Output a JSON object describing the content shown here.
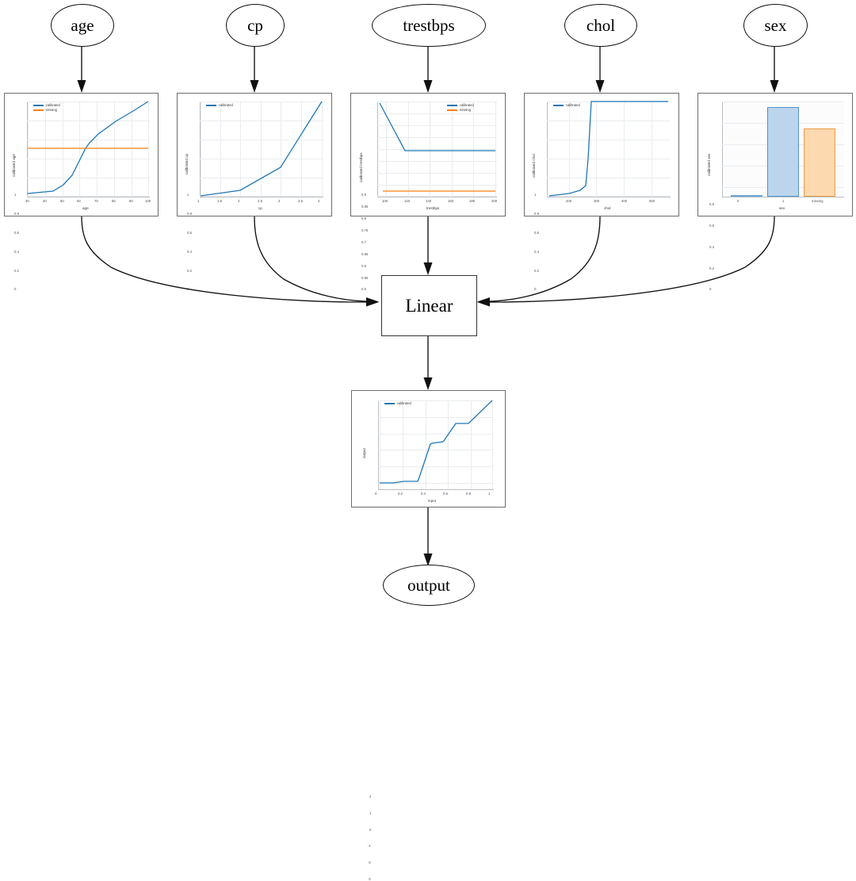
{
  "graph": {
    "inputs": [
      {
        "name": "age",
        "label": "age"
      },
      {
        "name": "cp",
        "label": "cp"
      },
      {
        "name": "trestbps",
        "label": "trestbps"
      },
      {
        "name": "chol",
        "label": "chol"
      },
      {
        "name": "sex",
        "label": "sex"
      }
    ],
    "linear_node": "Linear",
    "output_node": "output"
  },
  "colors": {
    "calibrated": "#1f77b4",
    "missing": "#ff7f0e",
    "calibrated_fill": "#aec7e8",
    "missing_fill": "#ffd2a6",
    "edge": "#111111",
    "panel_border": "#6d6d6d",
    "grid": "#eaecef"
  },
  "legend_labels": {
    "calibrated": "calibrated",
    "missing": "missing"
  },
  "chart_data": [
    {
      "id": "age",
      "type": "line",
      "xlabel": "age",
      "ylabel": "calibrated age",
      "xlim": [
        29,
        101
      ],
      "ylim": [
        -0.03,
        1.03
      ],
      "xticks": [
        30,
        40,
        50,
        60,
        70,
        80,
        90,
        100
      ],
      "yticks": [
        0.0,
        0.2,
        0.4,
        0.6,
        0.8,
        1.0
      ],
      "legend": [
        "calibrated",
        "missing"
      ],
      "series": [
        {
          "name": "calibrated",
          "color": "#1f77b4",
          "x": [
            29,
            44,
            50,
            55,
            60,
            63,
            65,
            70,
            80,
            90,
            100
          ],
          "y": [
            0.01,
            0.03,
            0.1,
            0.2,
            0.38,
            0.5,
            0.56,
            0.65,
            0.78,
            0.89,
            1.0
          ]
        },
        {
          "name": "missing",
          "color": "#ff7f0e",
          "x": [
            29,
            100
          ],
          "y": [
            0.5,
            0.5
          ]
        }
      ]
    },
    {
      "id": "cp",
      "type": "line",
      "xlabel": "cp",
      "ylabel": "calibrated cp",
      "xlim": [
        0.9,
        4.1
      ],
      "ylim": [
        -0.03,
        1.03
      ],
      "xticks": [
        1.0,
        1.5,
        2.0,
        2.5,
        3.0,
        3.5,
        4.0
      ],
      "yticks": [
        0.0,
        0.2,
        0.4,
        0.6,
        0.8,
        1.0
      ],
      "legend": [
        "calibrated"
      ],
      "series": [
        {
          "name": "calibrated",
          "color": "#1f77b4",
          "x": [
            1.0,
            2.0,
            3.0,
            4.0
          ],
          "y": [
            0.0,
            0.055,
            0.3,
            1.0
          ]
        }
      ]
    },
    {
      "id": "trestbps",
      "type": "line",
      "xlabel": "trestbps",
      "ylabel": "calibrated trestbps",
      "xlim": [
        92,
        202
      ],
      "ylim": [
        0.475,
        0.925
      ],
      "xticks": [
        100,
        120,
        140,
        160,
        180,
        200
      ],
      "yticks": [
        0.5,
        0.55,
        0.6,
        0.65,
        0.7,
        0.75,
        0.8,
        0.85,
        0.9
      ],
      "legend": [
        "calibrated",
        "missing"
      ],
      "series": [
        {
          "name": "calibrated",
          "color": "#1f77b4",
          "x": [
            94,
            117,
            200
          ],
          "y": [
            0.905,
            0.678,
            0.678
          ]
        },
        {
          "name": "missing",
          "color": "#ff7f0e",
          "x": [
            97,
            200
          ],
          "y": [
            0.498,
            0.498
          ]
        }
      ]
    },
    {
      "id": "chol",
      "type": "line",
      "xlabel": "chol",
      "ylabel": "calibrated chol",
      "xlim": [
        120,
        570
      ],
      "ylim": [
        -0.03,
        1.03
      ],
      "xticks": [
        200,
        300,
        400,
        500
      ],
      "yticks": [
        0.0,
        0.2,
        0.4,
        0.6,
        0.8,
        1.0
      ],
      "legend": [
        "calibrated"
      ],
      "series": [
        {
          "name": "calibrated",
          "color": "#1f77b4",
          "x": [
            130,
            200,
            240,
            260,
            268,
            280,
            560
          ],
          "y": [
            0.0,
            0.03,
            0.06,
            0.11,
            0.4,
            1.0,
            1.0
          ]
        }
      ]
    },
    {
      "id": "sex",
      "type": "bar",
      "xlabel": "sex",
      "ylabel": "calibrated sex",
      "ylim": [
        0,
        0.92
      ],
      "yticks": [
        0.0,
        0.2,
        0.4,
        0.6,
        0.8
      ],
      "categories": [
        "0",
        "1",
        "missing"
      ],
      "values": [
        0.005,
        0.875,
        0.66
      ],
      "bar_colors": [
        "#1f77b4",
        "#1f77b4",
        "#ff7f0e"
      ],
      "legend": []
    },
    {
      "id": "output",
      "type": "line",
      "xlabel": "input",
      "ylabel": "output",
      "xlim": [
        -0.02,
        1.02
      ],
      "ylim": [
        -3.55,
        2.25
      ],
      "xticks": [
        0.0,
        0.2,
        0.4,
        0.6,
        0.8,
        1.0
      ],
      "yticks": [
        -3,
        -2,
        -1,
        0,
        1,
        2
      ],
      "legend": [
        "calibrated"
      ],
      "series": [
        {
          "name": "calibrated",
          "color": "#1f77b4",
          "x": [
            0.0,
            0.12,
            0.22,
            0.23,
            0.335,
            0.345,
            0.44,
            0.455,
            0.555,
            0.565,
            0.665,
            0.675,
            0.775,
            1.0
          ],
          "y": [
            -3.3,
            -3.31,
            -3.22,
            -3.2,
            -3.2,
            -2.95,
            -0.78,
            -0.72,
            -0.62,
            -0.58,
            0.52,
            0.53,
            0.52,
            2.0
          ]
        }
      ]
    }
  ]
}
